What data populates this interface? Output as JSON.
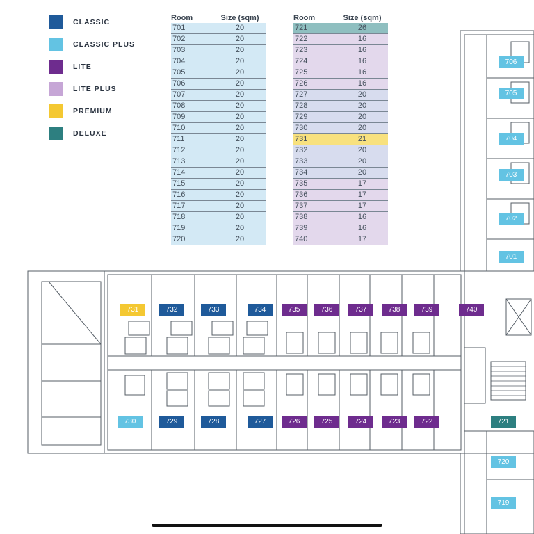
{
  "colors": {
    "classic": "#1f5a9a",
    "classic_plus": "#63c3e3",
    "lite": "#6e2c8e",
    "lite_plus": "#c6a6d6",
    "premium": "#f4c832",
    "deluxe": "#2d7f80",
    "row_classic_plus": "#d3e9f5",
    "row_lite_plus": "#e3d8ec",
    "row_classic": "#d7dcee",
    "row_premium": "#f8e17e",
    "row_deluxe": "#8fbfc0",
    "line": "#555d66"
  },
  "legend": [
    {
      "label": "CLASSIC",
      "type": "classic"
    },
    {
      "label": "CLASSIC PLUS",
      "type": "classic_plus"
    },
    {
      "label": "LITE",
      "type": "lite"
    },
    {
      "label": "LITE PLUS",
      "type": "lite_plus"
    },
    {
      "label": "PREMIUM",
      "type": "premium"
    },
    {
      "label": "DELUXE",
      "type": "deluxe"
    }
  ],
  "tables": [
    {
      "header": {
        "room": "Room",
        "size": "Size (sqm)"
      },
      "rows": [
        {
          "room": "701",
          "size": "20",
          "type": "classic_plus"
        },
        {
          "room": "702",
          "size": "20",
          "type": "classic_plus"
        },
        {
          "room": "703",
          "size": "20",
          "type": "classic_plus"
        },
        {
          "room": "704",
          "size": "20",
          "type": "classic_plus"
        },
        {
          "room": "705",
          "size": "20",
          "type": "classic_plus"
        },
        {
          "room": "706",
          "size": "20",
          "type": "classic_plus"
        },
        {
          "room": "707",
          "size": "20",
          "type": "classic_plus"
        },
        {
          "room": "708",
          "size": "20",
          "type": "classic_plus"
        },
        {
          "room": "709",
          "size": "20",
          "type": "classic_plus"
        },
        {
          "room": "710",
          "size": "20",
          "type": "classic_plus"
        },
        {
          "room": "711",
          "size": "20",
          "type": "classic_plus"
        },
        {
          "room": "712",
          "size": "20",
          "type": "classic_plus"
        },
        {
          "room": "713",
          "size": "20",
          "type": "classic_plus"
        },
        {
          "room": "714",
          "size": "20",
          "type": "classic_plus"
        },
        {
          "room": "715",
          "size": "20",
          "type": "classic_plus"
        },
        {
          "room": "716",
          "size": "20",
          "type": "classic_plus"
        },
        {
          "room": "717",
          "size": "20",
          "type": "classic_plus"
        },
        {
          "room": "718",
          "size": "20",
          "type": "classic_plus"
        },
        {
          "room": "719",
          "size": "20",
          "type": "classic_plus"
        },
        {
          "room": "720",
          "size": "20",
          "type": "classic_plus"
        }
      ]
    },
    {
      "header": {
        "room": "Room",
        "size": "Size (sqm)"
      },
      "rows": [
        {
          "room": "721",
          "size": "26",
          "type": "deluxe"
        },
        {
          "room": "722",
          "size": "16",
          "type": "lite_plus"
        },
        {
          "room": "723",
          "size": "16",
          "type": "lite_plus"
        },
        {
          "room": "724",
          "size": "16",
          "type": "lite_plus"
        },
        {
          "room": "725",
          "size": "16",
          "type": "lite_plus"
        },
        {
          "room": "726",
          "size": "16",
          "type": "lite_plus"
        },
        {
          "room": "727",
          "size": "20",
          "type": "classic"
        },
        {
          "room": "728",
          "size": "20",
          "type": "classic"
        },
        {
          "room": "729",
          "size": "20",
          "type": "classic"
        },
        {
          "room": "730",
          "size": "20",
          "type": "classic"
        },
        {
          "room": "731",
          "size": "21",
          "type": "premium"
        },
        {
          "room": "732",
          "size": "20",
          "type": "classic"
        },
        {
          "room": "733",
          "size": "20",
          "type": "classic"
        },
        {
          "room": "734",
          "size": "20",
          "type": "classic"
        },
        {
          "room": "735",
          "size": "17",
          "type": "lite_plus"
        },
        {
          "room": "736",
          "size": "17",
          "type": "lite_plus"
        },
        {
          "room": "737",
          "size": "17",
          "type": "lite_plus"
        },
        {
          "room": "738",
          "size": "16",
          "type": "lite_plus"
        },
        {
          "room": "739",
          "size": "16",
          "type": "lite_plus"
        },
        {
          "room": "740",
          "size": "17",
          "type": "lite_plus"
        }
      ]
    }
  ],
  "plan_rooms": [
    {
      "label": "731",
      "type": "premium"
    },
    {
      "label": "732",
      "type": "classic"
    },
    {
      "label": "733",
      "type": "classic"
    },
    {
      "label": "734",
      "type": "classic"
    },
    {
      "label": "735",
      "type": "lite"
    },
    {
      "label": "736",
      "type": "lite"
    },
    {
      "label": "737",
      "type": "lite"
    },
    {
      "label": "738",
      "type": "lite"
    },
    {
      "label": "739",
      "type": "lite"
    },
    {
      "label": "740",
      "type": "lite"
    },
    {
      "label": "730",
      "type": "classic_plus"
    },
    {
      "label": "729",
      "type": "classic"
    },
    {
      "label": "728",
      "type": "classic"
    },
    {
      "label": "727",
      "type": "classic"
    },
    {
      "label": "726",
      "type": "lite"
    },
    {
      "label": "725",
      "type": "lite"
    },
    {
      "label": "724",
      "type": "lite"
    },
    {
      "label": "723",
      "type": "lite"
    },
    {
      "label": "722",
      "type": "lite"
    },
    {
      "label": "721",
      "type": "deluxe"
    },
    {
      "label": "706",
      "type": "classic_plus"
    },
    {
      "label": "705",
      "type": "classic_plus"
    },
    {
      "label": "704",
      "type": "classic_plus"
    },
    {
      "label": "703",
      "type": "classic_plus"
    },
    {
      "label": "702",
      "type": "classic_plus"
    },
    {
      "label": "701",
      "type": "classic_plus"
    },
    {
      "label": "720",
      "type": "classic_plus"
    },
    {
      "label": "719",
      "type": "classic_plus"
    }
  ]
}
